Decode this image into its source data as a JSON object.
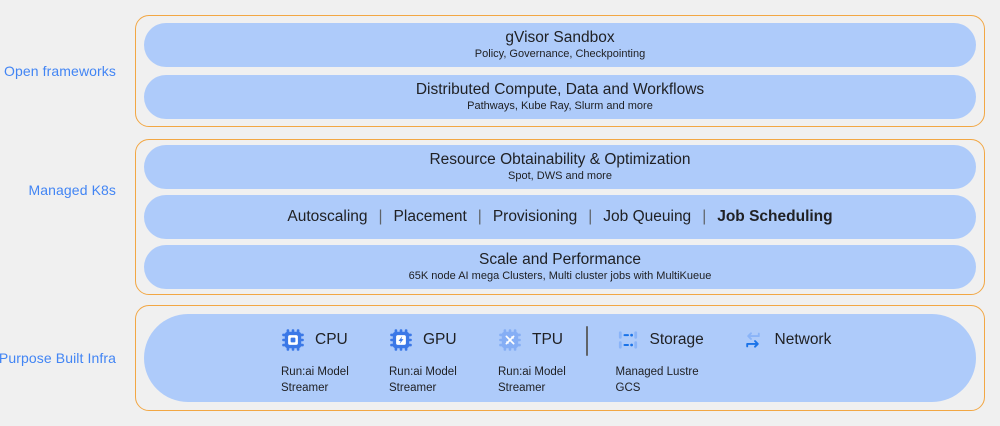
{
  "palette": {
    "background": "#F0F0F0",
    "pill_blue": "#AECBFA",
    "outline_orange": "#F2A744",
    "label_blue": "#4285F4",
    "text_dark": "#202124",
    "separator_gray": "#5F6368",
    "icon_blue": "#3B78E7",
    "icon_blue_light": "#8AB4F8",
    "icon_blue_dark": "#1A73E8",
    "tpu_blue": "#85AEF5"
  },
  "sections": [
    {
      "label": "Open frameworks",
      "rows": [
        {
          "title": "gVisor Sandbox",
          "subtitle": "Policy, Governance, Checkpointing"
        },
        {
          "title": "Distributed Compute, Data and Workflows",
          "subtitle": "Pathways, Kube Ray, Slurm and more"
        }
      ]
    },
    {
      "label": "Managed K8s",
      "rows": [
        {
          "title": "Resource Obtainability & Optimization",
          "subtitle": "Spot, DWS and more"
        },
        {
          "items": [
            "Autoscaling",
            "Placement",
            "Provisioning",
            "Job Queuing",
            "Job Scheduling"
          ],
          "separator": "|"
        },
        {
          "title": "Scale and Performance",
          "subtitle": "65K node AI mega Clusters, Multi cluster jobs with MultiKueue"
        }
      ]
    },
    {
      "label": "Purpose Built Infra",
      "columns": [
        {
          "icon": "cpu-chip-icon",
          "label": "CPU",
          "sublabel": "Run:ai Model Streamer"
        },
        {
          "icon": "gpu-chip-icon",
          "label": "GPU",
          "sublabel": "Run:ai Model Streamer"
        },
        {
          "icon": "tpu-chip-icon",
          "label": "TPU",
          "sublabel": "Run:ai Model Streamer"
        },
        {
          "icon": "storage-icon",
          "label": "Storage",
          "sublabel": "Managed Lustre GCS"
        },
        {
          "icon": "network-icon",
          "label": "Network",
          "sublabel": ""
        }
      ]
    }
  ]
}
